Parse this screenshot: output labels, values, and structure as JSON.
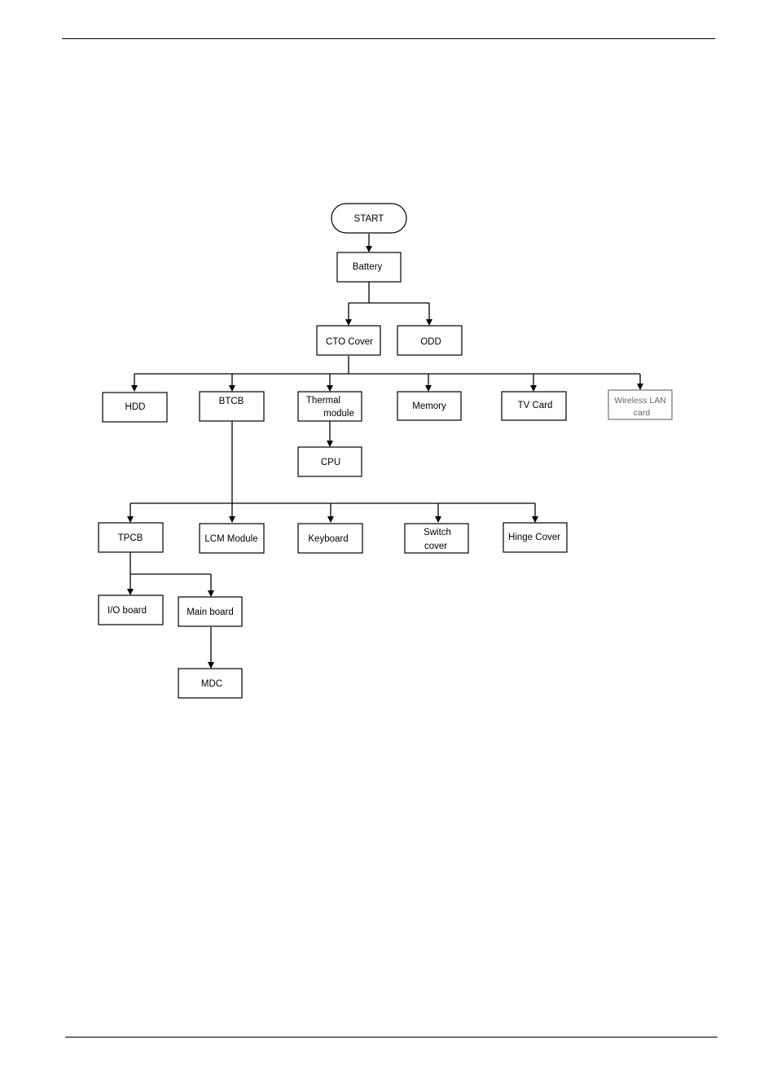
{
  "diagram": {
    "nodes": {
      "start": "START",
      "battery": "Battery",
      "cto_cover": "CTO Cover",
      "odd": "ODD",
      "hdd": "HDD",
      "btcb": "BTCB",
      "thermal_module": [
        "Thermal",
        "module"
      ],
      "memory": "Memory",
      "tv_card": "TV Card",
      "wireless_lan_card": [
        "Wireless LAN",
        "card"
      ],
      "cpu": "CPU",
      "tpcb": "TPCB",
      "lcm_module": "LCM Module",
      "keyboard": "Keyboard",
      "switch_cover": [
        "Switch",
        "cover"
      ],
      "hinge_cover": "Hinge Cover",
      "io_board": "I/O board",
      "main_board": "Main board",
      "mdc": "MDC"
    }
  }
}
